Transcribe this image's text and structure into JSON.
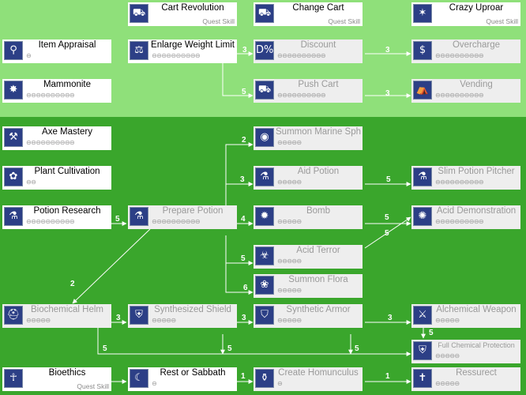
{
  "colors": {
    "top_bg": "#8fe07a",
    "bottom_bg": "#3aa62c",
    "line": "#ffffff",
    "icon_bg": "#2c3f86"
  },
  "skills": [
    {
      "id": "cart-revolution",
      "name": "Cart Revolution",
      "icon": "cart-icon",
      "glyph": "⛟",
      "levels": 0,
      "quest": "Quest Skill",
      "locked": false
    },
    {
      "id": "change-cart",
      "name": "Change Cart",
      "icon": "cart-icon",
      "glyph": "⛟",
      "levels": 0,
      "quest": "Quest Skill",
      "locked": false
    },
    {
      "id": "crazy-uproar",
      "name": "Crazy Uproar",
      "icon": "shout-icon",
      "glyph": "✶",
      "levels": 0,
      "quest": "Quest Skill",
      "locked": false
    },
    {
      "id": "item-appraisal",
      "name": "Item Appraisal",
      "icon": "magnifier-icon",
      "glyph": "⚲",
      "levels": 1,
      "quest": "",
      "locked": false
    },
    {
      "id": "enlarge-weight-limit",
      "name": "Enlarge Weight Limit",
      "icon": "weight-icon",
      "glyph": "⚖",
      "levels": 10,
      "quest": "",
      "locked": false
    },
    {
      "id": "discount",
      "name": "Discount",
      "icon": "discount-icon",
      "glyph": "D%",
      "levels": 10,
      "quest": "",
      "locked": true
    },
    {
      "id": "overcharge",
      "name": "Overcharge",
      "icon": "coin-icon",
      "glyph": "$",
      "levels": 10,
      "quest": "",
      "locked": true
    },
    {
      "id": "mammonite",
      "name": "Mammonite",
      "icon": "coin-burst-icon",
      "glyph": "✸",
      "levels": 10,
      "quest": "",
      "locked": false
    },
    {
      "id": "push-cart",
      "name": "Push Cart",
      "icon": "cart-icon",
      "glyph": "⛟",
      "levels": 10,
      "quest": "",
      "locked": true
    },
    {
      "id": "vending",
      "name": "Vending",
      "icon": "shop-icon",
      "glyph": "⛺",
      "levels": 10,
      "quest": "",
      "locked": true
    },
    {
      "id": "axe-mastery",
      "name": "Axe Mastery",
      "icon": "axe-icon",
      "glyph": "⚒",
      "levels": 10,
      "quest": "",
      "locked": false
    },
    {
      "id": "summon-marine-sphere",
      "name": "Summon Marine Sphere",
      "icon": "sphere-icon",
      "glyph": "◉",
      "levels": 5,
      "quest": "",
      "locked": true
    },
    {
      "id": "plant-cultivation",
      "name": "Plant Cultivation",
      "icon": "plant-icon",
      "glyph": "✿",
      "levels": 2,
      "quest": "",
      "locked": false
    },
    {
      "id": "aid-potion",
      "name": "Aid Potion",
      "icon": "potion-icon",
      "glyph": "⚗",
      "levels": 5,
      "quest": "",
      "locked": true
    },
    {
      "id": "slim-potion-pitcher",
      "name": "Slim Potion Pitcher",
      "icon": "potion-pitcher-icon",
      "glyph": "⚗",
      "levels": 10,
      "quest": "",
      "locked": true
    },
    {
      "id": "potion-research",
      "name": "Potion Research",
      "icon": "flask-icon",
      "glyph": "⚗",
      "levels": 10,
      "quest": "",
      "locked": false
    },
    {
      "id": "prepare-potion",
      "name": "Prepare Potion",
      "icon": "mortar-icon",
      "glyph": "⚗",
      "levels": 10,
      "quest": "",
      "locked": true
    },
    {
      "id": "bomb",
      "name": "Bomb",
      "icon": "bomb-icon",
      "glyph": "✹",
      "levels": 5,
      "quest": "",
      "locked": true
    },
    {
      "id": "acid-demonstration",
      "name": "Acid Demonstration",
      "icon": "acid-bomb-icon",
      "glyph": "✺",
      "levels": 10,
      "quest": "",
      "locked": true
    },
    {
      "id": "acid-terror",
      "name": "Acid Terror",
      "icon": "acid-icon",
      "glyph": "☣",
      "levels": 5,
      "quest": "",
      "locked": true
    },
    {
      "id": "summon-flora",
      "name": "Summon Flora",
      "icon": "flora-icon",
      "glyph": "❀",
      "levels": 5,
      "quest": "",
      "locked": true
    },
    {
      "id": "biochemical-helm",
      "name": "Biochemical Helm",
      "icon": "helm-icon",
      "glyph": "⛑",
      "levels": 5,
      "quest": "",
      "locked": true
    },
    {
      "id": "synthesized-shield",
      "name": "Synthesized Shield",
      "icon": "shield-icon",
      "glyph": "⛨",
      "levels": 5,
      "quest": "",
      "locked": true
    },
    {
      "id": "synthetic-armor",
      "name": "Synthetic Armor",
      "icon": "armor-icon",
      "glyph": "⛉",
      "levels": 5,
      "quest": "",
      "locked": true
    },
    {
      "id": "alchemical-weapon",
      "name": "Alchemical Weapon",
      "icon": "weapon-icon",
      "glyph": "⚔",
      "levels": 5,
      "quest": "",
      "locked": true
    },
    {
      "id": "full-chemical-protection",
      "name": "Full Chemical Protection",
      "icon": "chemical-protection-icon",
      "glyph": "⛨",
      "levels": 5,
      "quest": "",
      "locked": true
    },
    {
      "id": "bioethics",
      "name": "Bioethics",
      "icon": "bioethics-icon",
      "glyph": "☥",
      "levels": 0,
      "quest": "Quest Skill",
      "locked": false
    },
    {
      "id": "rest-or-sabbath",
      "name": "Rest or Sabbath",
      "icon": "rest-icon",
      "glyph": "☾",
      "levels": 1,
      "quest": "",
      "locked": false
    },
    {
      "id": "create-homunculus",
      "name": "Create Homunculus",
      "icon": "homunculus-icon",
      "glyph": "⚱",
      "levels": 1,
      "quest": "",
      "locked": true
    },
    {
      "id": "ressurect",
      "name": "Ressurect",
      "icon": "resurrect-icon",
      "glyph": "✝",
      "levels": 5,
      "quest": "",
      "locked": true
    }
  ],
  "requirements": [
    "3",
    "3",
    "5",
    "3",
    "2",
    "3",
    "5",
    "5",
    "4",
    "5",
    "5",
    "5",
    "6",
    "2",
    "3",
    "3",
    "3",
    "5",
    "5",
    "5",
    "5",
    "1",
    "1"
  ]
}
